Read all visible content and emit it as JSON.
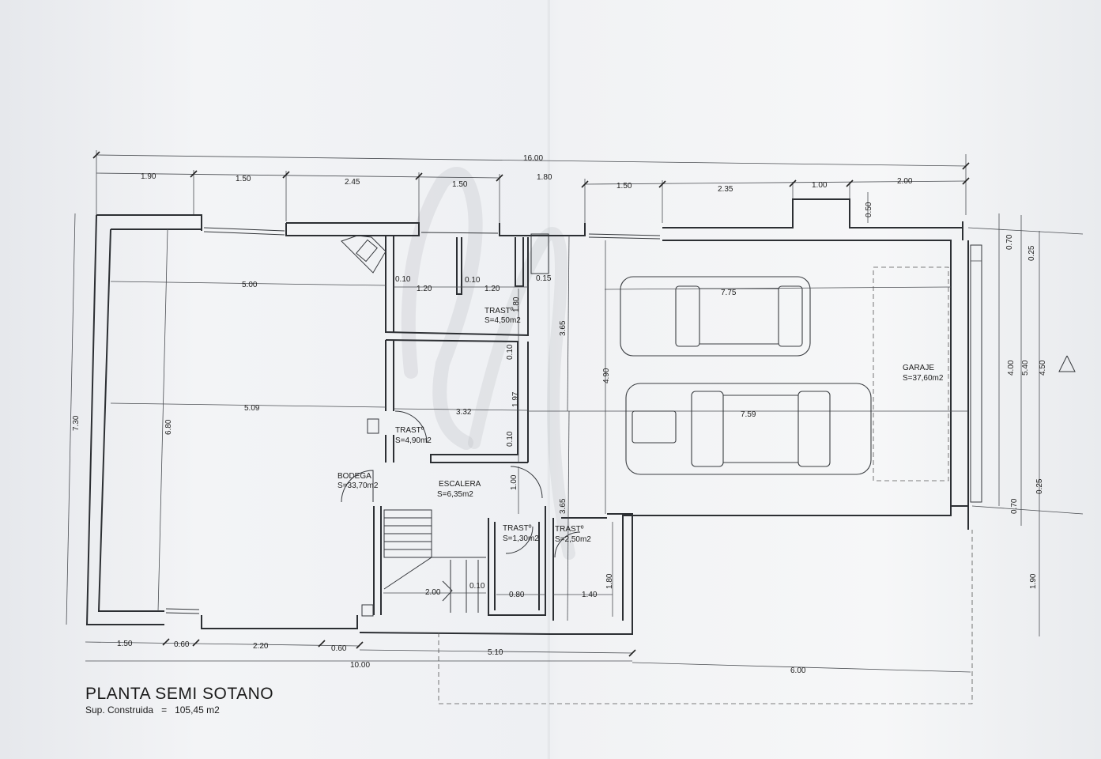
{
  "drawing": {
    "title": "PLANTA SEMI SOTANO",
    "built_area_label": "Sup. Construida",
    "built_area_eq": "=",
    "built_area_value": "105,45 m2"
  },
  "rooms": [
    {
      "id": "bodega",
      "name": "BODEGA",
      "area": "S=33,70m2"
    },
    {
      "id": "trast-top",
      "name": "TRASTº",
      "area": "S=4,50m2"
    },
    {
      "id": "trast-mid",
      "name": "TRASTº",
      "area": "S=4,90m2"
    },
    {
      "id": "escalera",
      "name": "ESCALERA",
      "area": "S=6,35m2"
    },
    {
      "id": "trast-small",
      "name": "TRASTº",
      "area": "S=1,30m2"
    },
    {
      "id": "trast-right",
      "name": "TRASTº",
      "area": "S=2,50m2"
    },
    {
      "id": "garaje",
      "name": "GARAJE",
      "area": "S=37,60m2"
    }
  ],
  "dimensions": {
    "total_top": "16.00",
    "top_left": [
      "1.90",
      "1.50",
      "2.45",
      "1.50",
      "1.80"
    ],
    "top_right": [
      "1.50",
      "2.35",
      "1.00",
      "2.00"
    ],
    "notch": "0.50",
    "inner_a": [
      "5.00",
      "0.10",
      "1.20",
      "0.10",
      "1.20",
      "0.15"
    ],
    "garage_top_car": "7.75",
    "inner_b": [
      "5.09",
      "3.32"
    ],
    "garage_bottom_car": "7.59",
    "verticals": [
      "1.80",
      "0.10",
      "1.97",
      "0.10",
      "1.00"
    ],
    "height_left": [
      "7.30",
      "6.80"
    ],
    "height_mid": [
      "3.65",
      "4.90",
      "3.65"
    ],
    "height_right": [
      "4.00",
      "5.40",
      "4.50",
      "0.70",
      "0.25",
      "0.25",
      "0.70",
      "1.90"
    ],
    "stair": [
      "2.00",
      "0.10",
      "0.80",
      "1.40",
      "1.80"
    ],
    "bottom_left": [
      "1.50",
      "0.60",
      "2.20",
      "0.60",
      "5.10"
    ],
    "total_left": "10.00",
    "total_right": "6.00"
  }
}
